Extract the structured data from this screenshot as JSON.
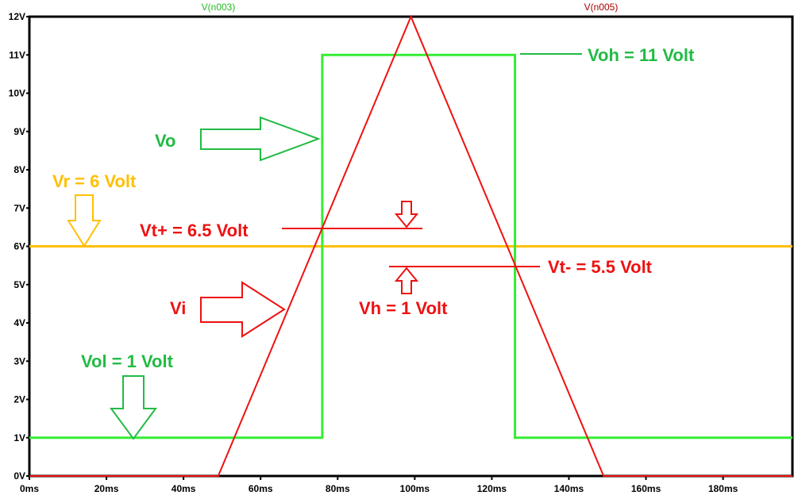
{
  "chart_data": {
    "type": "line",
    "title": "",
    "xlabel": "",
    "ylabel": "",
    "xlim": [
      0,
      198
    ],
    "ylim": [
      0,
      12
    ],
    "x_ticks": [
      "0ms",
      "20ms",
      "40ms",
      "60ms",
      "80ms",
      "100ms",
      "120ms",
      "140ms",
      "160ms",
      "180ms"
    ],
    "x_tick_values": [
      0,
      20,
      40,
      60,
      80,
      100,
      120,
      140,
      160,
      180
    ],
    "y_ticks": [
      "0V",
      "1V",
      "2V",
      "3V",
      "4V",
      "5V",
      "6V",
      "7V",
      "8V",
      "9V",
      "10V",
      "11V",
      "12V"
    ],
    "y_tick_values": [
      0,
      1,
      2,
      3,
      4,
      5,
      6,
      7,
      8,
      9,
      10,
      11,
      12
    ],
    "series": [
      {
        "name": "V(n003)",
        "color": "#33ee33",
        "x": [
          0,
          76,
          76,
          126,
          126,
          198
        ],
        "y": [
          1,
          1,
          11,
          11,
          1,
          1
        ]
      },
      {
        "name": "V(n005)",
        "color": "#ee1111",
        "x": [
          0,
          49,
          99,
          149,
          198
        ],
        "y": [
          0,
          0,
          12,
          0,
          0
        ]
      },
      {
        "name": "Vr",
        "color": "#ffc000",
        "x": [
          0,
          198
        ],
        "y": [
          6,
          6
        ]
      }
    ],
    "annotations": {
      "voh": "Voh = 11 Volt",
      "vo": "Vo",
      "vr": "Vr = 6 Volt",
      "vt_plus": "Vt+ = 6.5 Volt",
      "vt_minus": "Vt- = 5.5 Volt",
      "vi": "Vi",
      "vh": "Vh = 1 Volt",
      "vol": "Vol = 1 Volt"
    }
  },
  "colors": {
    "green_text": "#22bb44",
    "red": "#ee1111",
    "yellow": "#ffc000"
  }
}
